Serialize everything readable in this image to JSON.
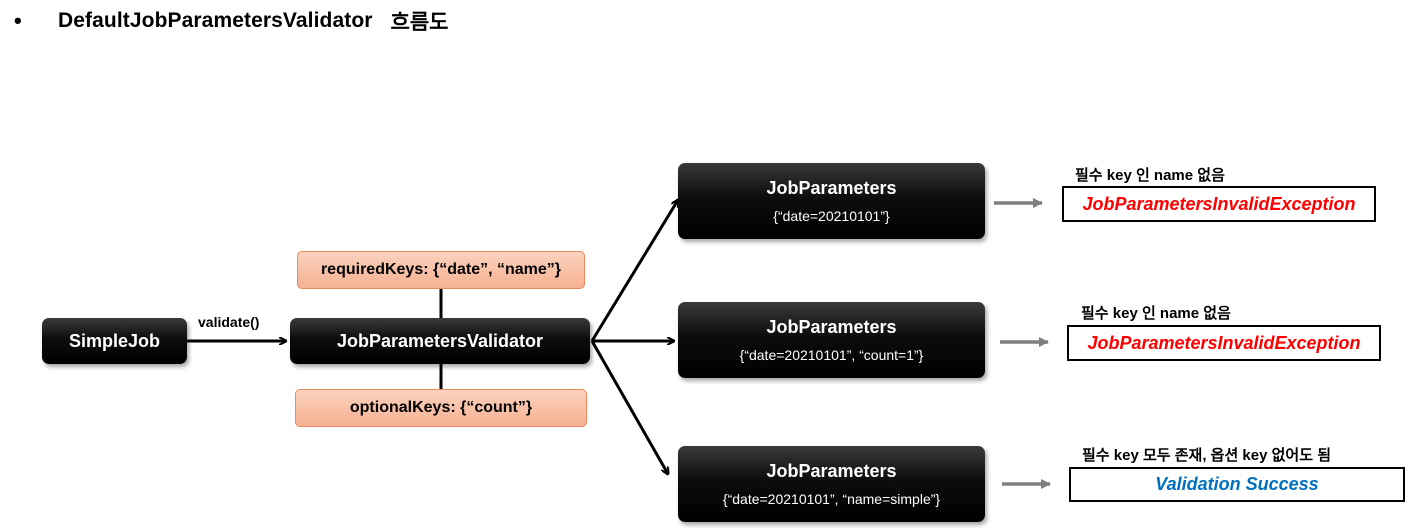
{
  "title": {
    "bullet": "•",
    "text": "DefaultJobParametersValidator",
    "suffix": "흐름도"
  },
  "nodes": {
    "simple_job": "SimpleJob",
    "call_label": "validate()",
    "validator": "JobParametersValidator",
    "required_keys": "requiredKeys: {“date”, “name”}",
    "optional_keys": "optionalKeys: {“count”}"
  },
  "cases": [
    {
      "title": "JobParameters",
      "params": "{“date=20210101”}",
      "note": "필수 key 인 name 없음",
      "result": "JobParametersInvalidException",
      "result_color": "#ff0000"
    },
    {
      "title": "JobParameters",
      "params": "{“date=20210101”, “count=1”}",
      "note": "필수 key 인 name 없음",
      "result": "JobParametersInvalidException",
      "result_color": "#ff0000"
    },
    {
      "title": "JobParameters",
      "params": "{“date=20210101”, “name=simple”}",
      "note": "필수 key 모두 존재, 옵션 key 없어도 됨",
      "result": "Validation Success",
      "result_color": "#0070c0"
    }
  ],
  "colors": {
    "arrow_gray": "#7f7f7f",
    "key_fill": "#f8bfa3",
    "box_dark": "#0d0d0d"
  }
}
